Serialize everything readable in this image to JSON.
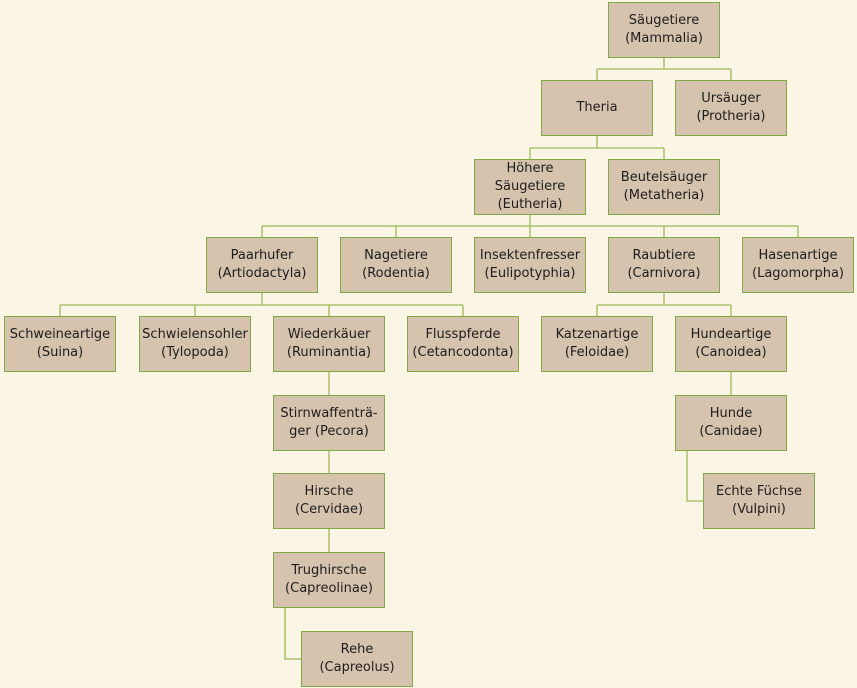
{
  "colors": {
    "background": "#fbf5e6",
    "node_fill": "#d6c3ae",
    "border": "#7faa45",
    "connector": "#9bbb59"
  },
  "nodes": {
    "mammalia": {
      "lines": [
        "Säugetiere",
        "(Mammalia)"
      ]
    },
    "theria": {
      "lines": [
        "Theria"
      ]
    },
    "protheria": {
      "lines": [
        "Ursäuger",
        "(Protheria)"
      ]
    },
    "eutheria": {
      "lines": [
        "Höhere",
        "Säugetiere",
        "(Eutheria)"
      ]
    },
    "metatheria": {
      "lines": [
        "Beutelsäuger",
        "(Metatheria)"
      ]
    },
    "artiodactyla": {
      "lines": [
        "Paarhufer",
        "(Artiodactyla)"
      ]
    },
    "rodentia": {
      "lines": [
        "Nagetiere",
        "(Rodentia)"
      ]
    },
    "eulipotyphia": {
      "lines": [
        "Insektenfresser",
        "(Eulipotyphia)"
      ]
    },
    "carnivora": {
      "lines": [
        "Raubtiere",
        "(Carnivora)"
      ]
    },
    "lagomorpha": {
      "lines": [
        "Hasenartige",
        "(Lagomorpha)"
      ]
    },
    "suina": {
      "lines": [
        "Schweineartige",
        "(Suina)"
      ]
    },
    "tylopoda": {
      "lines": [
        "Schwielensohler",
        "(Tylopoda)"
      ]
    },
    "ruminantia": {
      "lines": [
        "Wiederkäuer",
        "(Ruminantia)"
      ]
    },
    "cetancodonta": {
      "lines": [
        "Flusspferde",
        "(Cetancodonta)"
      ]
    },
    "feloidae": {
      "lines": [
        "Katzenartige",
        "(Feloidae)"
      ]
    },
    "canoidea": {
      "lines": [
        "Hundeartige",
        "(Canoidea)"
      ]
    },
    "pecora": {
      "lines": [
        "Stirnwaffenträ-",
        "ger (Pecora)"
      ]
    },
    "canidae": {
      "lines": [
        "Hunde",
        "(Canidae)"
      ]
    },
    "cervidae": {
      "lines": [
        "Hirsche",
        "(Cervidae)"
      ]
    },
    "vulpini": {
      "lines": [
        "Echte Füchse",
        "(Vulpini)"
      ]
    },
    "capreolinae": {
      "lines": [
        "Trughirsche",
        "(Capreolinae)"
      ]
    },
    "capreolus": {
      "lines": [
        "Rehe",
        "(Capreolus)"
      ]
    }
  }
}
